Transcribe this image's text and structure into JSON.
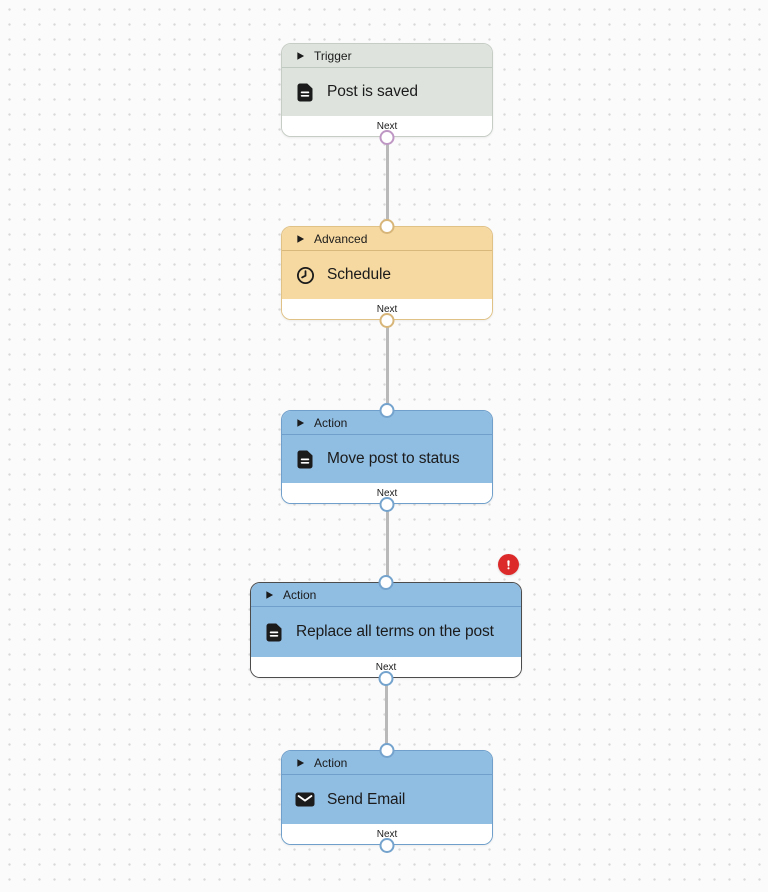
{
  "canvas": {
    "background_color": "#fbfbfb",
    "dot_color": "#d9d9d9",
    "connector_color": "#b9b9b9"
  },
  "nodes": [
    {
      "category": "Trigger",
      "title": "Post is saved",
      "footer_label": "Next",
      "icon": "document-icon",
      "has_input_port": false,
      "has_output_port": true,
      "has_error": false,
      "selected": false,
      "colors": {
        "bg": "#dee4dd",
        "border": "#c6cdc5",
        "divider": "#c0c9bf",
        "port": "#bf97c4"
      }
    },
    {
      "category": "Advanced",
      "title": "Schedule",
      "footer_label": "Next",
      "icon": "clock-icon",
      "has_input_port": true,
      "has_output_port": true,
      "has_error": false,
      "selected": false,
      "colors": {
        "bg": "#f6d9a1",
        "border": "#e0c287",
        "divider": "#d9b97b",
        "port": "#d8b67a"
      }
    },
    {
      "category": "Action",
      "title": "Move post to status",
      "footer_label": "Next",
      "icon": "document-icon",
      "has_input_port": true,
      "has_output_port": true,
      "has_error": false,
      "selected": false,
      "colors": {
        "bg": "#90bde2",
        "border": "#6f9fca",
        "divider": "#6f9fca",
        "port": "#74a3cd"
      }
    },
    {
      "category": "Action",
      "title": "Replace all terms on the post",
      "footer_label": "Next",
      "icon": "document-icon",
      "has_input_port": true,
      "has_output_port": true,
      "has_error": true,
      "selected": true,
      "colors": {
        "bg": "#90bde2",
        "border": "#4c4c4c",
        "divider": "#6f9fca",
        "port": "#74a3cd"
      }
    },
    {
      "category": "Action",
      "title": "Send Email",
      "footer_label": "Next",
      "icon": "envelope-icon",
      "has_input_port": true,
      "has_output_port": true,
      "has_error": false,
      "selected": false,
      "colors": {
        "bg": "#90bde2",
        "border": "#6f9fca",
        "divider": "#6f9fca",
        "port": "#74a3cd"
      }
    }
  ],
  "error_badge": {
    "icon": "exclamation-icon",
    "color": "#dc2a2a"
  }
}
